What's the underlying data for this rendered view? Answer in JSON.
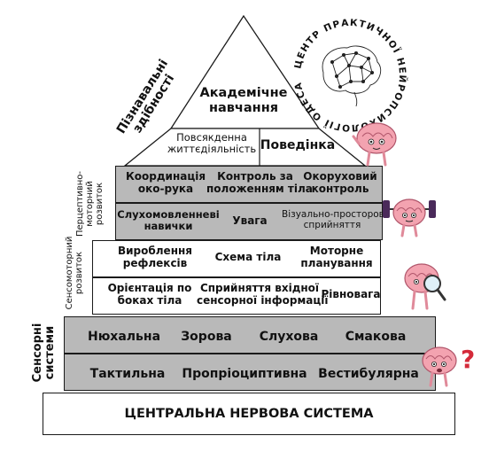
{
  "colors": {
    "gray": "#b9b9b9",
    "border": "#1a1a1a",
    "white": "#ffffff"
  },
  "logo": {
    "text": "ЦЕНТР ПРАКТИЧНОЇ НЕЙРОПСИХОЛОГІЇ ОДЕСА",
    "icon": "brain-network-icon"
  },
  "apex": {
    "line1": "Академічне",
    "line2": "навчання"
  },
  "tier_behavior": {
    "daily_line1": "Повсякденна",
    "daily_line2": "життєдіяльність",
    "behavior": "Поведінка"
  },
  "perceptual_motor": {
    "row1": [
      {
        "l1": "Координація",
        "l2": "око-рука"
      },
      {
        "l1": "Контроль за",
        "l2": "положенням тіла"
      },
      {
        "l1": "Окоруховий",
        "l2": "контроль"
      }
    ],
    "row2": [
      {
        "l1": "Слухомовленневі",
        "l2": "навички"
      },
      {
        "l1": "Увага",
        "l2": ""
      },
      {
        "l1": "Візуально-просторове",
        "l2": "сприйняття"
      }
    ]
  },
  "sensorimotor": {
    "row1": [
      {
        "l1": "Вироблення",
        "l2": "рефлексів"
      },
      {
        "l1": "Схема тіла",
        "l2": ""
      },
      {
        "l1": "Моторне",
        "l2": "планування"
      }
    ],
    "row2": [
      {
        "l1": "Орієнтація по",
        "l2": "боках тіла"
      },
      {
        "l1": "Сприйняття вхідної",
        "l2": "сенсорної інформації"
      },
      {
        "l1": "Рівновага",
        "l2": ""
      }
    ]
  },
  "sensory": {
    "row1": [
      "Нюхальна",
      "Зорова",
      "Слухова",
      "Смакова"
    ],
    "row2": [
      "Тактильна",
      "Пропріоциптивна",
      "Вестибулярна"
    ]
  },
  "cns": "ЦЕНТРАЛЬНА НЕРВОВА СИСТЕМА",
  "side_labels": {
    "cognitive": {
      "l1": "Пізнавальні",
      "l2": "здібності"
    },
    "perceptual": {
      "l1": "Перцептивно-",
      "l2": "моторний",
      "l3": "розвиток"
    },
    "sensorimotor": {
      "l1": "Сенсомоторний",
      "l2": "розвиток"
    },
    "sensory": {
      "l1": "Сенсорні",
      "l2": "системи"
    }
  },
  "mascots": [
    "brain-thinking-icon",
    "brain-weightlifting-icon",
    "brain-magnifier-icon",
    "brain-question-icon"
  ],
  "question_mark": "?"
}
